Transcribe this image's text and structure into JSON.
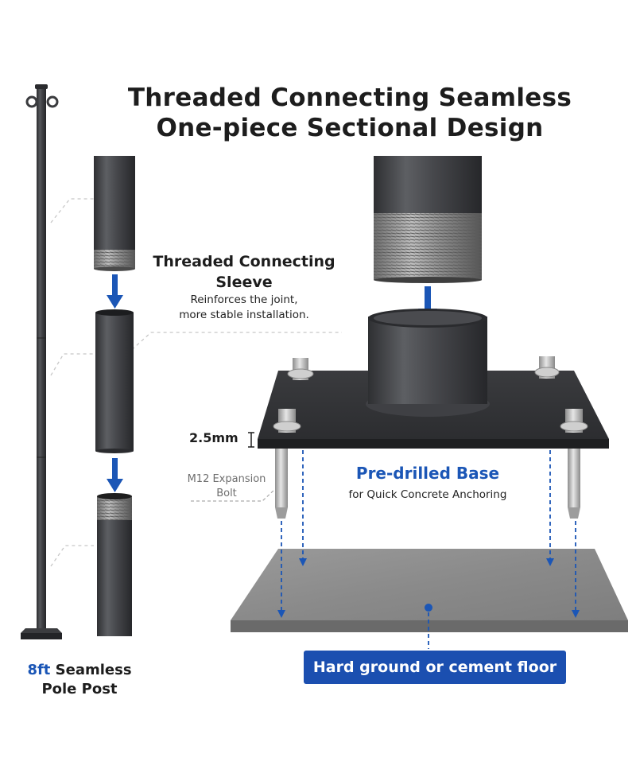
{
  "title": {
    "line1": "Threaded Connecting Seamless",
    "line2": "One-piece Sectional Design"
  },
  "sleeve": {
    "title_line1": "Threaded Connecting",
    "title_line2": "Sleeve",
    "desc_line1": "Reinforces the joint,",
    "desc_line2": "more stable installation."
  },
  "plate_thickness": "2.5mm",
  "bolt_label": {
    "line1": "M12 Expansion",
    "line2": "Bolt"
  },
  "base": {
    "title": "Pre-drilled Base",
    "subtitle": "for Quick Concrete Anchoring"
  },
  "pole_label": {
    "highlight": "8ft",
    "line1_rest": " Seamless",
    "line2": "Pole Post"
  },
  "ground_label": "Hard ground or cement floor",
  "colors": {
    "accent_blue": "#1b56b6",
    "pole_dark": "#3a3b3e",
    "concrete": "#8e8e8e"
  }
}
